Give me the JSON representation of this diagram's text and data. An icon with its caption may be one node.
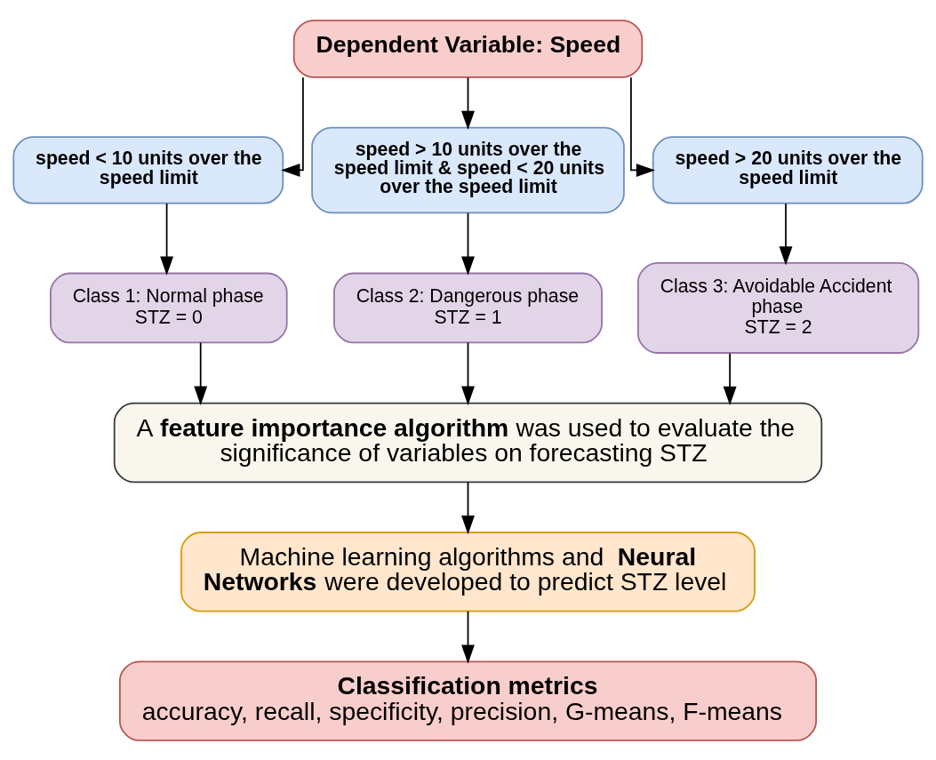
{
  "diagram": {
    "nodes": [
      {
        "text": [
          "Dependent Variable: Speed"
        ]
      },
      {
        "text": [
          "speed < 10 units over the speed limit"
        ]
      },
      {
        "text": [
          "speed > 10 units over the speed limit & speed < 20 units over the speed limit"
        ]
      },
      {
        "text": [
          "speed > 20 units over the speed limit"
        ]
      },
      {
        "text": [
          "Class 1: Normal phase",
          "STZ = 0"
        ]
      },
      {
        "text": [
          "Class 2: Dangerous phase",
          "STZ = 1"
        ]
      },
      {
        "text": [
          "Class 3: Avoidable Accident phase",
          "STZ = 2"
        ]
      },
      {
        "text": [
          "A **feature importance algorithm** was used to evaluate the significance of variables on forecasting STZ"
        ]
      },
      {
        "text": [
          "Machine learning algorithms and **Neural Networks** were developed to predict STZ level"
        ]
      },
      {
        "text": [
          "Classification metrics",
          "accuracy, recall, specificity, precision, G-means, F-means"
        ]
      }
    ],
    "edges": [
      {
        "from": 0,
        "to": 1,
        "arrow": "to"
      },
      {
        "from": 0,
        "to": 2,
        "arrow": "to"
      },
      {
        "from": 0,
        "to": 3,
        "arrow": "to"
      },
      {
        "from": 1,
        "to": 4,
        "arrow": "to"
      },
      {
        "from": 2,
        "to": 5,
        "arrow": "to"
      },
      {
        "from": 3,
        "to": 6,
        "arrow": "to"
      },
      {
        "from": 4,
        "to": 7,
        "arrow": "to"
      },
      {
        "from": 5,
        "to": 7,
        "arrow": "to"
      },
      {
        "from": 6,
        "to": 7,
        "arrow": "to"
      },
      {
        "from": 7,
        "to": 8,
        "arrow": "to"
      },
      {
        "from": 8,
        "to": 9,
        "arrow": "to"
      }
    ]
  }
}
